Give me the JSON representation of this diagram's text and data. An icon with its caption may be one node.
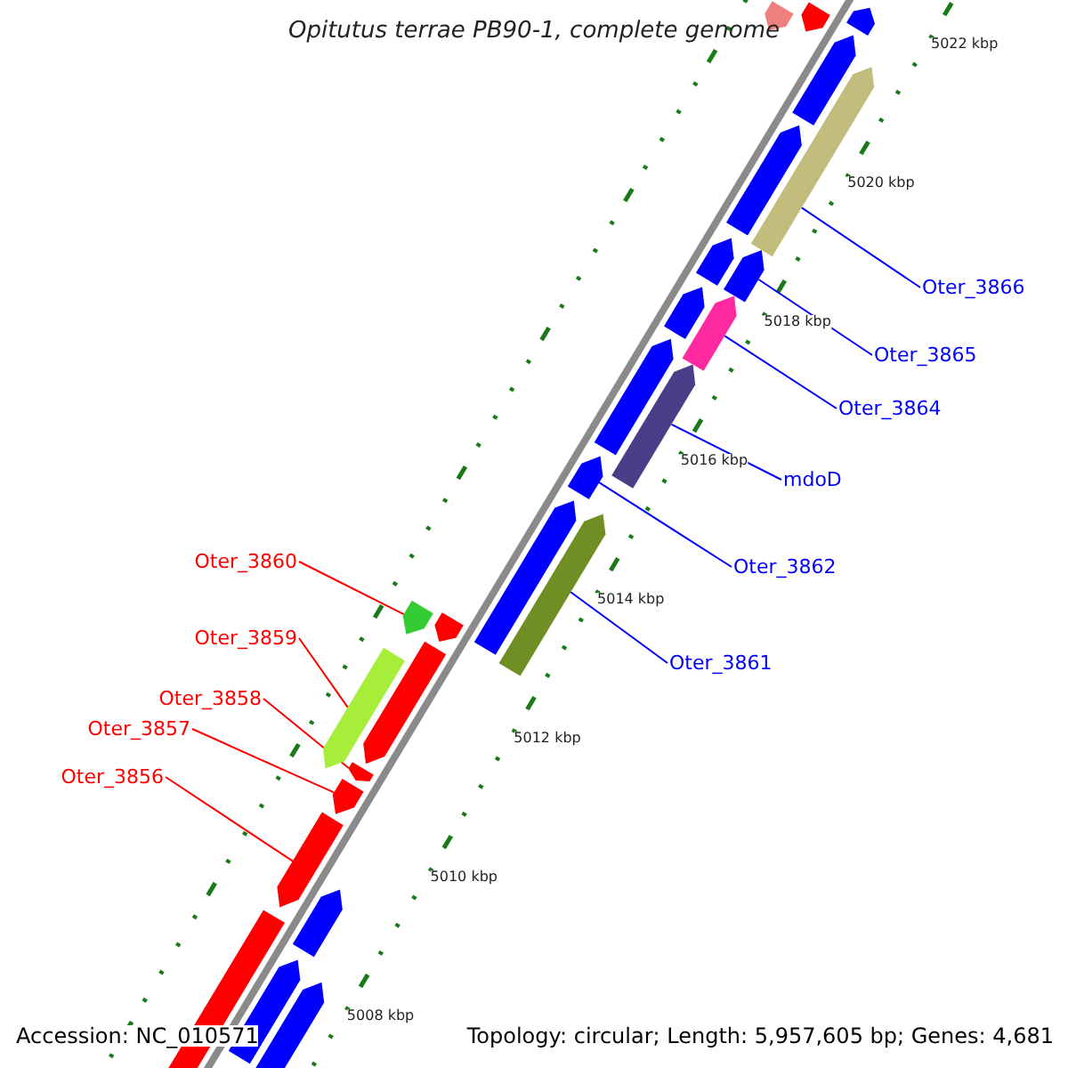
{
  "diagram": {
    "title": "Opitutus terrae PB90-1, complete genome",
    "nodes": [
      {
        "text": [
          "Oter_3866"
        ]
      },
      {
        "text": [
          "Oter_3865"
        ]
      },
      {
        "text": [
          "Oter_3864"
        ]
      },
      {
        "text": [
          "mdoD"
        ]
      },
      {
        "text": [
          "Oter_3860"
        ]
      },
      {
        "text": [
          "Oter_3862"
        ]
      },
      {
        "text": [
          "Oter_3859"
        ]
      },
      {
        "text": [
          "Oter_3861"
        ]
      },
      {
        "text": [
          "Oter_3858"
        ]
      },
      {
        "text": [
          "Oter_3857"
        ]
      },
      {
        "text": [
          "Oter_3856"
        ]
      },
      {
        "text": [],
        "shape": "bar"
      },
      {
        "text": [],
        "shape": "bar"
      },
      {
        "text": [],
        "shape": "bar"
      },
      {
        "text": [],
        "shape": "bar"
      },
      {
        "text": [],
        "shape": "bar"
      },
      {
        "text": [],
        "shape": "bar"
      },
      {
        "text": [],
        "shape": "bar"
      },
      {
        "text": [],
        "shape": "bar"
      },
      {
        "text": [],
        "shape": "bar"
      },
      {
        "text": [],
        "shape": "bar"
      },
      {
        "text": [],
        "shape": "bar"
      },
      {
        "text": [],
        "shape": "bar"
      },
      {
        "text": [],
        "shape": "bar"
      },
      {
        "text": [],
        "shape": "bar"
      },
      {
        "text": [],
        "shape": "bar"
      },
      {
        "text": [],
        "shape": "bar"
      },
      {
        "text": [],
        "shape": "bar"
      },
      {
        "text": [],
        "shape": "bar"
      },
      {
        "text": [],
        "shape": "bar"
      },
      {
        "text": [],
        "shape": "bar"
      },
      {
        "text": [],
        "shape": "bar"
      },
      {
        "text": [],
        "shape": "bar"
      },
      {
        "text": [],
        "shape": "bar"
      },
      {
        "text": [],
        "shape": "bar"
      },
      {
        "text": [],
        "shape": "bar"
      },
      {
        "text": [],
        "shape": "bar"
      }
    ],
    "edges": [
      {
        "from": 0,
        "to": 11,
        "arrow": "none"
      },
      {
        "from": 1,
        "to": 12,
        "arrow": "none"
      },
      {
        "from": 2,
        "to": 13,
        "arrow": "none"
      },
      {
        "from": 3,
        "to": 14,
        "arrow": "none"
      },
      {
        "from": 4,
        "to": 16,
        "arrow": "none",
        "color": "#ff0000"
      },
      {
        "from": 5,
        "to": 15,
        "arrow": "none"
      },
      {
        "from": 6,
        "to": 18,
        "arrow": "none",
        "color": "#ff0000"
      },
      {
        "from": 7,
        "to": 17,
        "arrow": "none"
      },
      {
        "from": 8,
        "to": 19,
        "arrow": "none",
        "color": "#ff0000"
      },
      {
        "from": 9,
        "to": 20,
        "arrow": "none",
        "color": "#ff0000"
      },
      {
        "from": 10,
        "to": 21,
        "arrow": "none",
        "color": "#ff0000"
      }
    ],
    "labels": [
      "5022 kbp",
      "5020 kbp",
      "5018 kbp",
      "5016 kbp",
      "5014 kbp",
      "5012 kbp",
      "5010 kbp",
      "5008 kbp",
      "Accession: NC_010571",
      "Topology: circular; Length: 5,957,605 bp; Genes: 4,681"
    ]
  }
}
